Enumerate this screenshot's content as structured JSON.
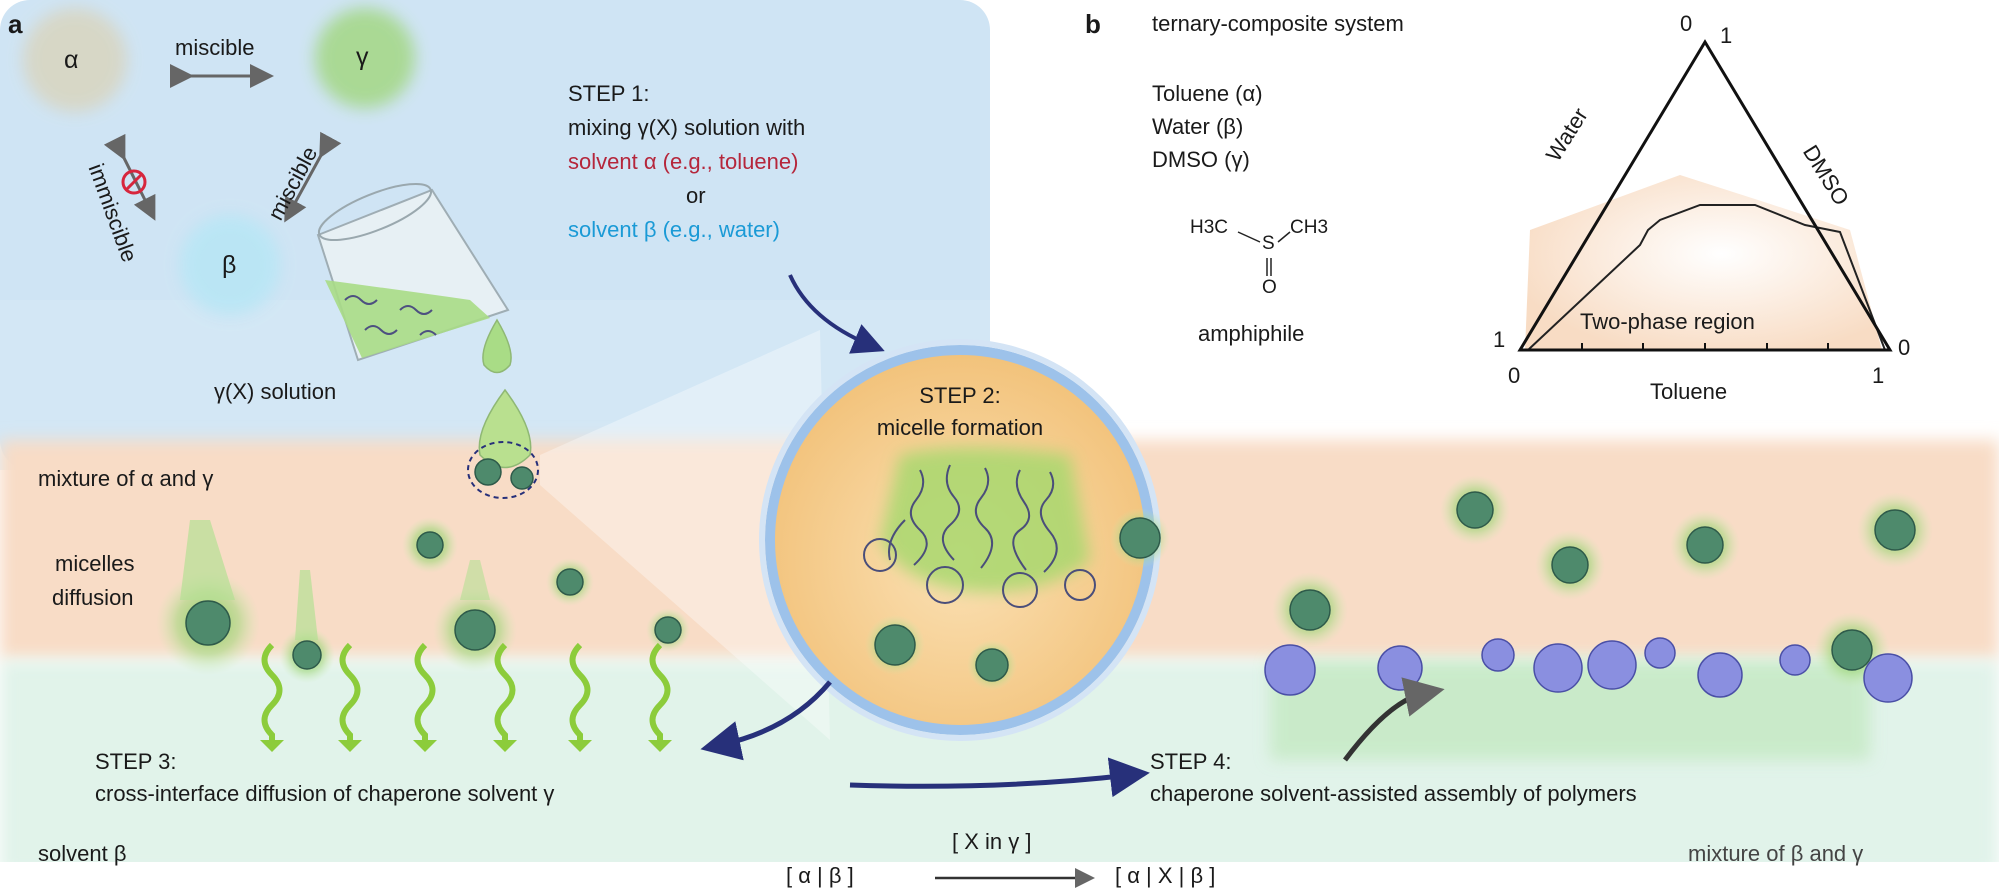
{
  "panel_a": {
    "label": "a",
    "solvents": {
      "alpha": "α",
      "gamma": "γ",
      "beta": "β"
    },
    "relations": {
      "alpha_gamma": "miscible",
      "alpha_beta": "immiscible",
      "gamma_beta": "miscible"
    },
    "solution_label": "γ(X) solution",
    "step1": {
      "title": "STEP 1:",
      "line1": "mixing γ(X) solution with",
      "line2": "solvent α (e.g., toluene)",
      "line3": "or",
      "line4": "solvent β (e.g., water)"
    },
    "step2": {
      "title": "STEP 2:",
      "line1": "micelle formation"
    },
    "step3": {
      "title": "STEP 3:",
      "line1": "cross-interface diffusion of chaperone solvent γ"
    },
    "step4": {
      "title": "STEP 4:",
      "line1": "chaperone solvent-assisted assembly of polymers"
    },
    "layer_top": "mixture of α and γ",
    "micelles_line1": "micelles",
    "micelles_line2": "diffusion",
    "layer_bottom_left": "solvent β",
    "layer_bottom_right": "mixture of β and γ",
    "equation": {
      "left": "[ α | β ]",
      "above_arrow": "[ X in γ ]",
      "right": "[ α | X | β ]"
    },
    "colors": {
      "sky": "#cfe4f4",
      "orange_layer": "#f8dcc6",
      "green_layer": "#e1f3ea",
      "micelle_glow": "#8fd16a",
      "arrow": "#27307a",
      "green_arrow": "#8ccc3b",
      "polymer_blue": "#8a8fe0"
    }
  },
  "panel_b": {
    "label": "b",
    "title": "ternary-composite system",
    "components": [
      "Toluene  (α)",
      "Water     (β)",
      "DMSO (γ)"
    ],
    "molecule": {
      "left_group": "H3C",
      "center": "S",
      "right_group": "CH3",
      "oxygen": "O"
    },
    "amphiphile_label": "amphiphile",
    "ternary": {
      "left_axis": "Water",
      "right_axis": "DMSO",
      "bottom_axis": "Toluene",
      "region": "Two-phase region",
      "tick_top_left": "0",
      "tick_top_right": "1",
      "tick_left": "1",
      "tick_bottom_left": "0",
      "tick_bottom_right": "1",
      "tick_right": "0"
    }
  }
}
